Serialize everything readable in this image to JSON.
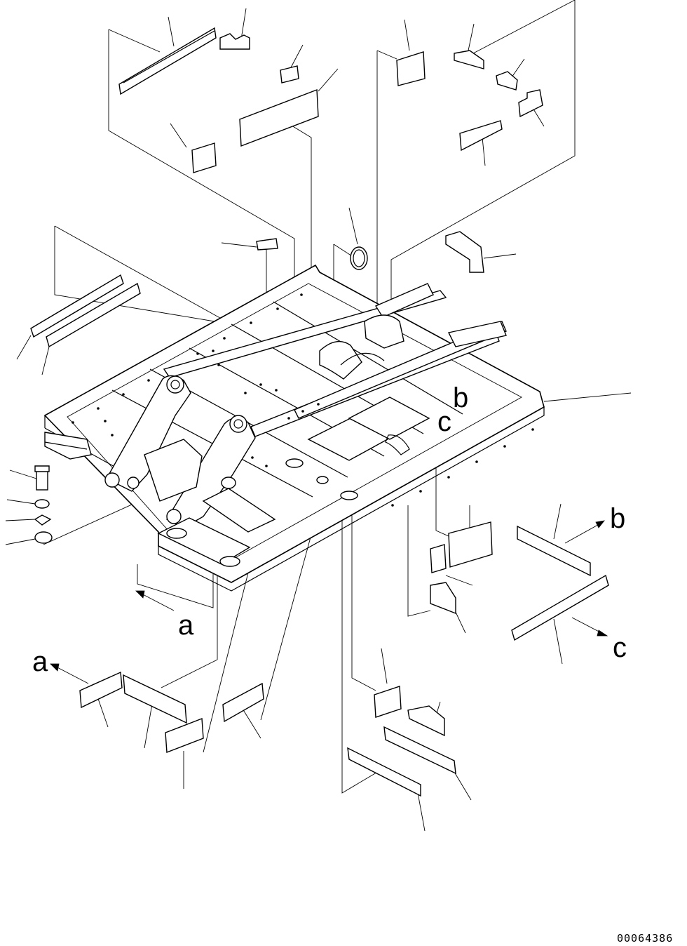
{
  "diagram": {
    "view_labels": {
      "a_upper": "a",
      "a_lower": "a",
      "b_upper": "b",
      "b_lower": "b",
      "c_upper": "c",
      "c_lower": "c"
    },
    "document_number": "00064386"
  }
}
